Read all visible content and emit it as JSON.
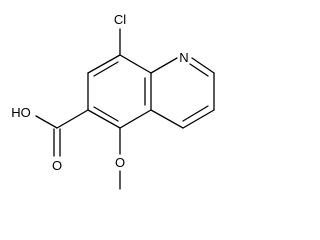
{
  "molecule": {
    "atoms": {
      "chlorine": "Cl",
      "nitrogen": "N",
      "hydroxyl": "HO",
      "carbonyl_oxygen": "O",
      "methoxy_oxygen": "O"
    },
    "colors": {
      "bond": "#000000",
      "text": "#000000",
      "background": "#ffffff"
    }
  }
}
